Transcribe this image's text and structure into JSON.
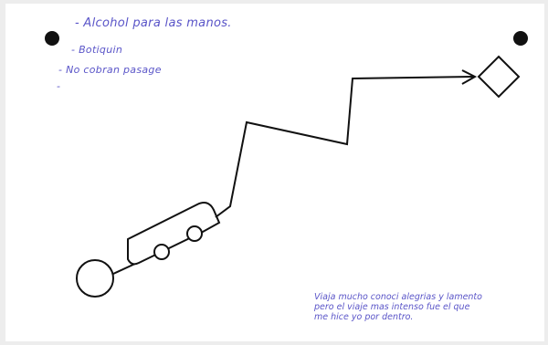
{
  "notes": [
    "- Alcohol para las manos.",
    "- Botiquin",
    "- No cobran pasage",
    "-"
  ],
  "reflection": [
    "Viaja mucho conoci alegrias y lamento",
    "pero el viaje mas intenso fue el que",
    "me hice yo por dentro."
  ],
  "colors": {
    "ink": "#111111",
    "pen": "#5a55c8",
    "paper": "#ffffff",
    "background": "#ededed"
  }
}
